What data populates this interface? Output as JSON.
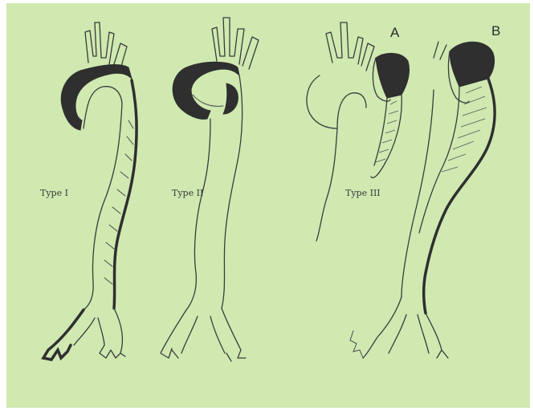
{
  "labels": {
    "type1": "Type I",
    "type2": "Type II",
    "type3": "Type III",
    "a": "A",
    "b": "B"
  },
  "colors": {
    "background": "#cfe9b1",
    "ink": "#3b3b3b"
  }
}
